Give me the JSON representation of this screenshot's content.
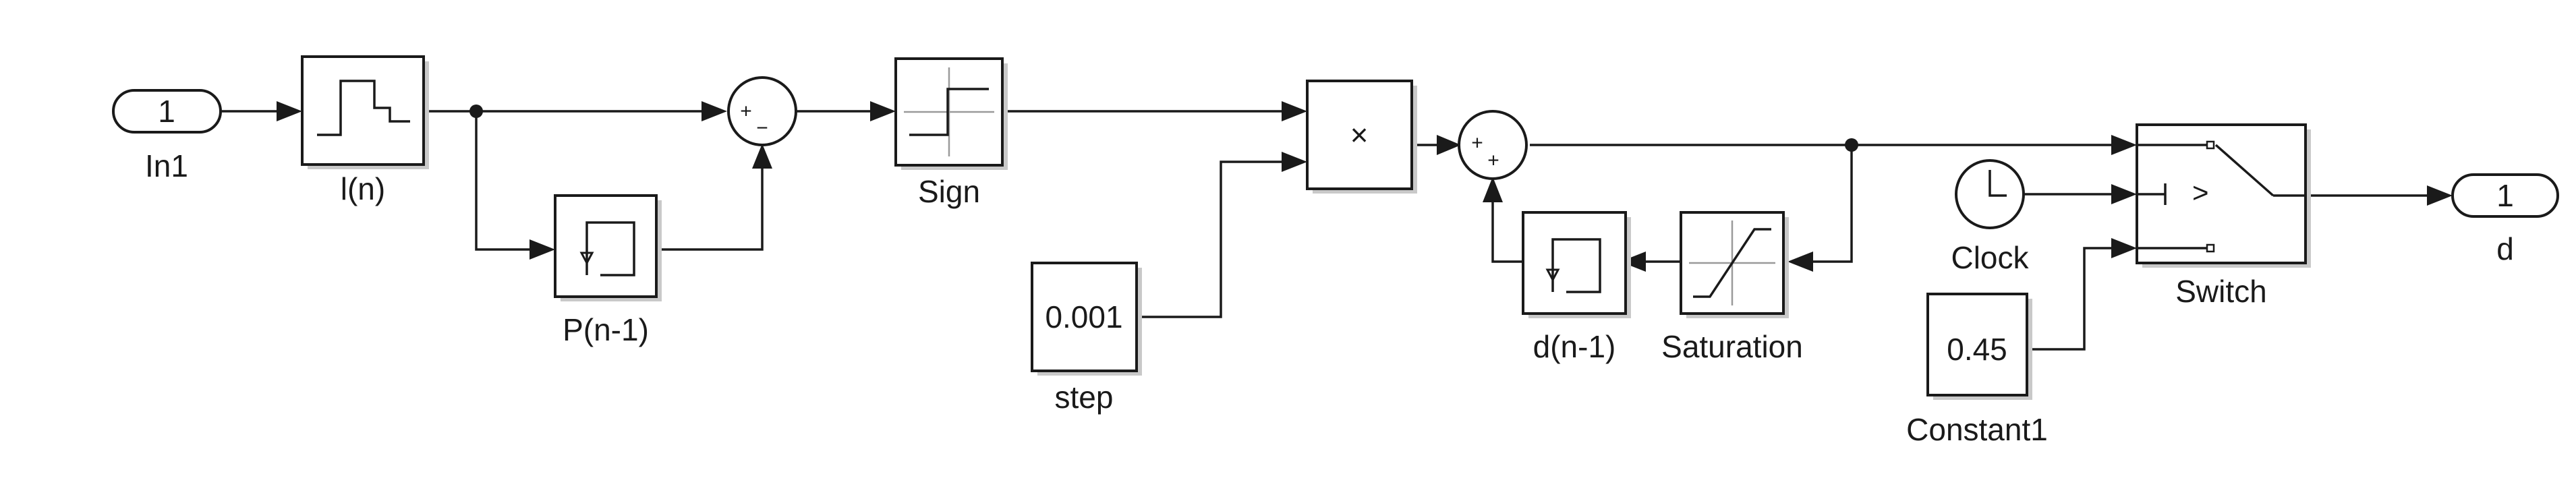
{
  "blocks": {
    "in1": {
      "port": "1",
      "label": "In1"
    },
    "ln": {
      "label": "l(n)"
    },
    "pn1": {
      "label": "P(n-1)"
    },
    "sum1": {
      "signs": [
        "+",
        "−"
      ]
    },
    "sign": {
      "label": "Sign"
    },
    "step": {
      "value": "0.001",
      "label": "step"
    },
    "product": {
      "symbol": "×"
    },
    "sum2": {
      "signs": [
        "+",
        "+"
      ]
    },
    "dn1": {
      "label": "d(n-1)"
    },
    "saturation": {
      "label": "Saturation"
    },
    "clock": {
      "label": "Clock"
    },
    "constant1": {
      "value": "0.45",
      "label": "Constant1"
    },
    "switch": {
      "label": "Switch",
      "criterion": ">"
    },
    "out_d": {
      "port": "1",
      "label": "d"
    }
  }
}
